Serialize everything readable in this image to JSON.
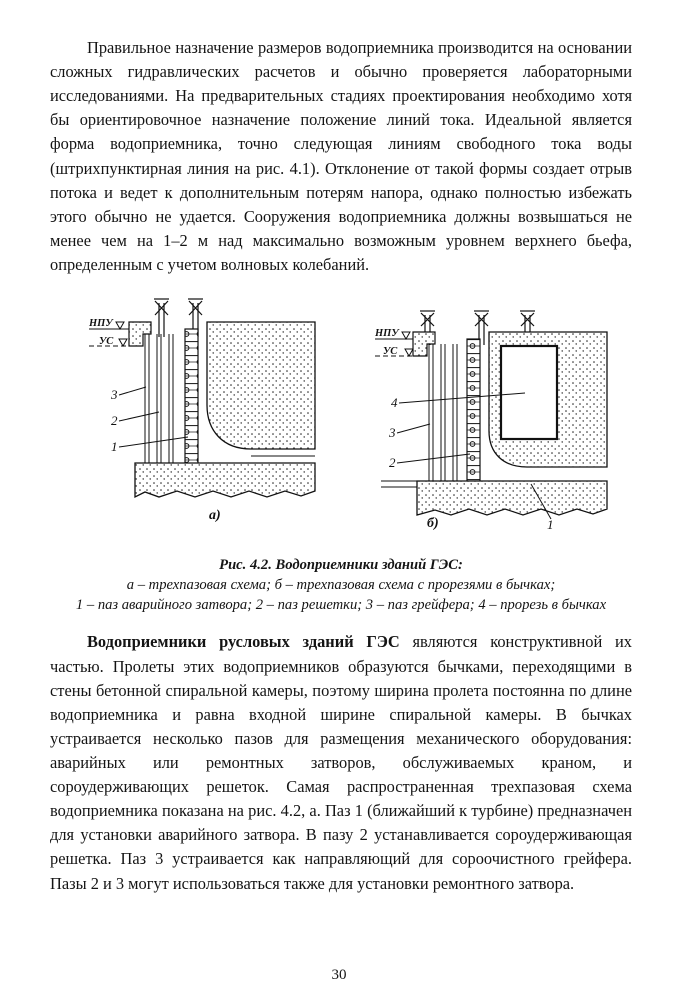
{
  "page": {
    "number": "30"
  },
  "paragraphs": {
    "p1": "Правильное назначение размеров водоприемника производится на основании сложных гидравлических расчетов и обычно проверяется лабораторными исследованиями. На предварительных стадиях проектирования необходимо хотя бы ориентировочное назначение положение линий тока. Идеальной является форма водоприемника, точно следующая линиям свободного тока воды (штрихпунктирная линия на рис. 4.1). Отклонение от такой формы создает отрыв потока и ведет к дополнительным потерям напора, однако полностью избежать этого обычно не удается. Сооружения водоприемника должны возвышаться не менее чем на 1–2 м над максимально возможным уровнем верхнего бьефа, определенным с учетом волновых колебаний.",
    "p2_bold": "Водоприемники русловых зданий ГЭС",
    "p2_rest": " являются конструктивной их частью. Пролеты этих водоприемников образуются бычками, переходящими в стены бетонной спиральной камеры, поэтому ширина пролета постоянна по длине водоприемника и равна входной ширине спиральной камеры. В бычках устраивается несколько пазов для размещения механического оборудования: аварийных или ремонтных затворов, обслуживаемых краном, и сороудерживающих решеток. Самая распространенная трехпазовая схема водоприемника показана на рис. 4.2, а. Паз 1 (ближайший к турбине) предназначен для установки аварийного затвора. В пазу 2 устанавливается сороудерживающая решетка. Паз 3 устраивается как направляющий для сороочистного грейфера. Пазы 2 и 3 могут использоваться также для установки ремонтного затвора."
  },
  "figure": {
    "caption": {
      "line1": "Рис. 4.2. Водоприемники зданий ГЭС:",
      "line2": "а – трехпазовая схема; б – трехпазовая схема с прорезями в бычках;",
      "line3": "1 – паз аварийного затвора; 2 – паз решетки; 3 – паз грейфера; 4 – прорезь в бычках"
    },
    "drawing_a": {
      "label": "а)",
      "npu": "НПУ",
      "us": "УС",
      "callouts": [
        "3",
        "2",
        "1"
      ]
    },
    "drawing_b": {
      "label": "б)",
      "npu": "НПУ",
      "us": "УС",
      "callouts": [
        "4",
        "3",
        "2",
        "1"
      ]
    }
  }
}
